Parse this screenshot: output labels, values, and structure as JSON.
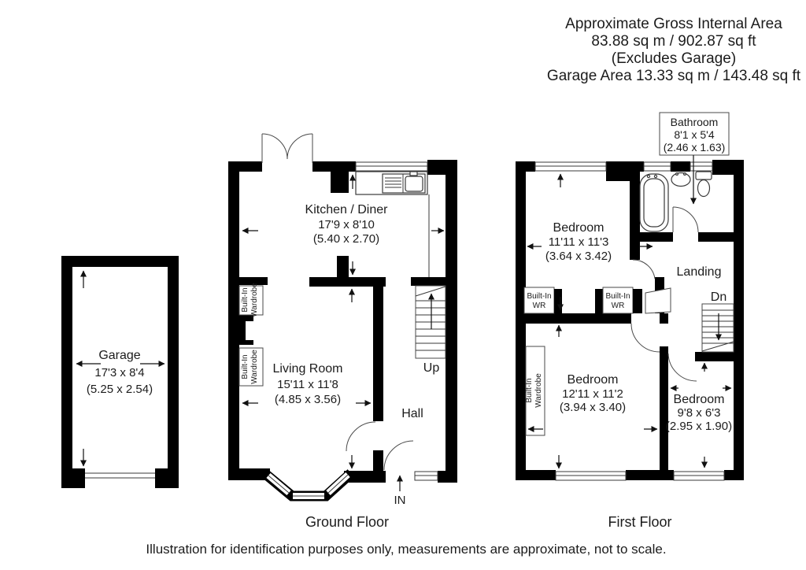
{
  "header": {
    "line1": "Approximate Gross Internal Area",
    "line2": "83.88 sq m / 902.87 sq ft",
    "line3": "(Excludes Garage)",
    "line4": "Garage Area 13.33 sq m / 143.48 sq ft"
  },
  "garage": {
    "name": "Garage",
    "size_ft": "17'3 x 8'4",
    "size_m": "(5.25 x 2.54)"
  },
  "ground_floor": {
    "label": "Ground Floor",
    "kitchen": {
      "name": "Kitchen / Diner",
      "size_ft": "17'9 x 8'10",
      "size_m": "(5.40 x 2.70)"
    },
    "living": {
      "name": "Living Room",
      "size_ft": "15'11 x 11'8",
      "size_m": "(4.85 x 3.56)"
    },
    "hall": "Hall",
    "up": "Up",
    "entrance": "IN",
    "wardrobe": {
      "line1": "Built-In",
      "line2": "Wardrobe"
    }
  },
  "first_floor": {
    "label": "First Floor",
    "bathroom": {
      "name": "Bathroom",
      "size_ft": "8'1 x 5'4",
      "size_m": "(2.46 x 1.63)"
    },
    "bedroom1": {
      "name": "Bedroom",
      "size_ft": "11'11 x 11'3",
      "size_m": "(3.64 x 3.42)"
    },
    "bedroom2": {
      "name": "Bedroom",
      "size_ft": "12'11 x 11'2",
      "size_m": "(3.94 x 3.40)"
    },
    "bedroom3": {
      "name": "Bedroom",
      "size_ft": "9'8 x 6'3",
      "size_m": "(2.95 x 1.90)"
    },
    "landing": "Landing",
    "down": "Dn",
    "wr": {
      "line1": "Built-In",
      "line2": "WR"
    },
    "wardrobe": {
      "line1": "Built-In",
      "line2": "Wardrobe"
    }
  },
  "footer": "Illustration for identification purposes only, measurements are approximate, not to scale.",
  "colors": {
    "wall": "#000000",
    "background": "#ffffff",
    "text": "#1c1c1c"
  }
}
